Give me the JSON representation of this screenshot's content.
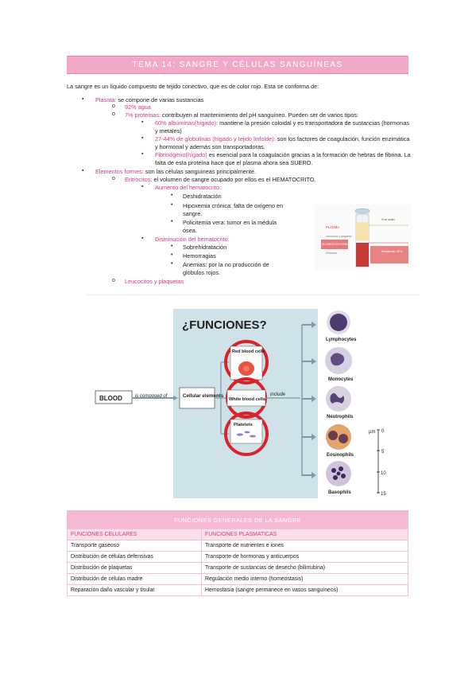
{
  "title": "TEMA 14: SANGRE Y CÉLULAS SANGUÍNEAS",
  "intro": "La sangre es un líquido compuesto de tejido conectivo, que es de color rojo. Esta se conforma de:",
  "plasma": {
    "label": "Plasma:",
    "text": " se compone de varias sustancias",
    "agua": "92% agua",
    "proteinas_label": "7% proteínas:",
    "proteinas_text": " contribuyen al mantenimiento del pH sanguíneo. Pueden ser de varios tipos:",
    "alb_label": "60% albúminas(hígado):",
    "alb_text": " mantiene la presión coloidal y es transportadora de sustancias (hormonas y metales)",
    "glob_label": "27-44% de globulinas (hígado y tejido linfoide):",
    "glob_text": " son los factores de coagulación, función enzimática y hormonal y además son transportadoras.",
    "fib_label": "Fibrinógeno(hígado)",
    "fib_text": " es esencial para la coagulación gracias a la formación de hebras de fibrina. La falta de esta proteína hace que el plasma ahora sea SUERO."
  },
  "elementos": {
    "label": "Elementos formes:",
    "text": " son las células sanguíneas principalmente.",
    "eritro_label": "Eritrocitos:",
    "eritro_text": " el volumen de sangre ocupado por ellos es el HEMATOCRITO.",
    "aumento": "Aumento del hematocrito:",
    "aumento_items": [
      "Deshidratación",
      "Hipoxemia crónica: falta de oxígeno en sangre.",
      "Policitemia vera: tumor en la médula ósea."
    ],
    "disminucion": "Disminución del hematocrito:",
    "disminucion_items": [
      "Sobrehidratación",
      "Hemorragias",
      "Anemias: por la no producción de glóbulos rojos."
    ],
    "leuco": "Leucocitos y plaquetas"
  },
  "tube_figure": {
    "labels": [
      "PLASMA",
      "ELEMENTOS FORMES",
      "Leucocitos y plaquetas",
      "Eritrocitos",
      "% en adulto",
      "Hematocrito: 45 %"
    ]
  },
  "functions_figure": {
    "title": "¿FUNCIONES?",
    "blood": "BLOOD",
    "composed": "is composed of",
    "cellular": "Cellular elements",
    "include": "include",
    "boxes": [
      "Red blood cells",
      "White blood cells",
      "Platelets"
    ],
    "cells": [
      "Lymphocytes",
      "Monocytes",
      "Neutrophils",
      "Eosinophils",
      "Basophils"
    ],
    "scale_unit": "µm",
    "scale_ticks": [
      "0",
      "5",
      "10",
      "15"
    ],
    "colors": {
      "ring": "#d8232a",
      "panel": "#cfe2ea",
      "arrow": "#7a9aa8"
    }
  },
  "table": {
    "title": "FUNCIONES GENERALES DE LA SANGRE",
    "col1": "FUNCIONES CELULARES",
    "col2": "FUNCIONES PLASMATICAS",
    "rows": [
      [
        "Transporte gaseoso",
        "Transporte de nutrientes e iones"
      ],
      [
        "Distribución de células defensivas",
        "Transporte de hormonas y anticuerpos"
      ],
      [
        "Distribución de plaquetas",
        "Transporte de sustancias de desecho (bilirrubina)"
      ],
      [
        "Distribución de células madre",
        "Regulación medio interno (homeostasis)"
      ],
      [
        "Reparación daño vascular y tisular",
        "Hemostasia (sangre permanece en vasos sanguíneos)"
      ]
    ]
  }
}
